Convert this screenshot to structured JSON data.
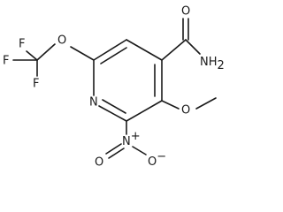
{
  "structure": {
    "atoms": {
      "carbonyl_o": "O",
      "amide_n": "NH",
      "amide_n_sub": "2",
      "ether_o_left": "O",
      "f_top": "F",
      "f_left": "F",
      "f_bottom": "F",
      "ring_n": "N",
      "methoxy_o": "O",
      "nitro_n": "N",
      "nitro_n_charge": "+",
      "nitro_o_left": "O",
      "nitro_o_right": "O",
      "nitro_o_charge": "−"
    }
  }
}
